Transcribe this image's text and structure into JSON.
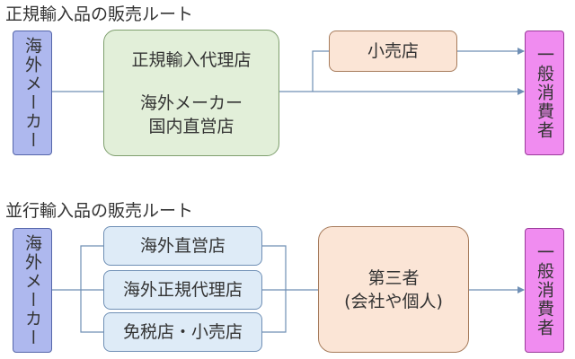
{
  "sections": {
    "regular": {
      "title": "正規輸入品の販売ルート",
      "manufacturer": "海外メーカー",
      "agent_line1": "正規輸入代理店",
      "agent_line2": "海外メーカー",
      "agent_line3": "国内直営店",
      "retailer": "小売店",
      "consumer": "一般消費者"
    },
    "parallel": {
      "title": "並行輸入品の販売ルート",
      "manufacturer": "海外メーカー",
      "channels": [
        "海外直営店",
        "海外正規代理店",
        "免税店・小売店"
      ],
      "third_party_line1": "第三者",
      "third_party_line2": "(会社や個人)",
      "consumer": "一般消費者"
    }
  },
  "colors": {
    "connector": "#6f8fb5",
    "manufacturer_fill": "#aeb8ee",
    "consumer_fill": "#f08cf0"
  }
}
